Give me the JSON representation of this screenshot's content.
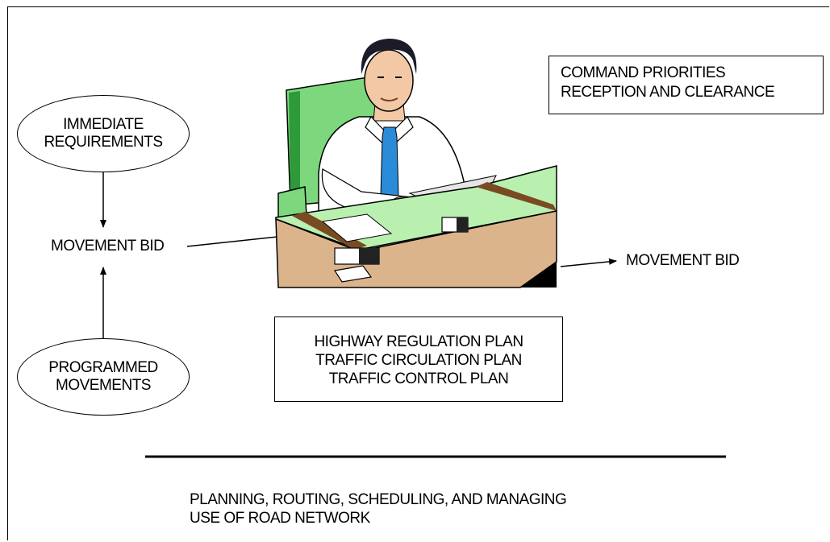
{
  "ellipses": {
    "immediate": [
      "IMMEDIATE",
      "REQUIREMENTS"
    ],
    "programmed": [
      "PROGRAMMED",
      "MOVEMENTS"
    ]
  },
  "left_label": "MOVEMENT BID",
  "right_label": "MOVEMENT BID",
  "command_box": [
    "COMMAND PRIORITIES",
    "RECEPTION AND CLEARANCE"
  ],
  "plans_box": [
    "HIGHWAY REGULATION PLAN",
    "TRAFFIC CIRCULATION PLAN",
    "TRAFFIC CONTROL PLAN"
  ],
  "footer": [
    "PLANNING, ROUTING, SCHEDULING, AND MANAGING",
    "USE OF ROAD NETWORK"
  ],
  "colors": {
    "chair": "#7dd87d",
    "chair_dark": "#2f9a3a",
    "desk_top": "#b9f0b0",
    "desk_front": "#dcb48c",
    "desk_trim": "#7a4a22",
    "tie": "#2a8bd8",
    "skin": "#f3c9a5"
  }
}
